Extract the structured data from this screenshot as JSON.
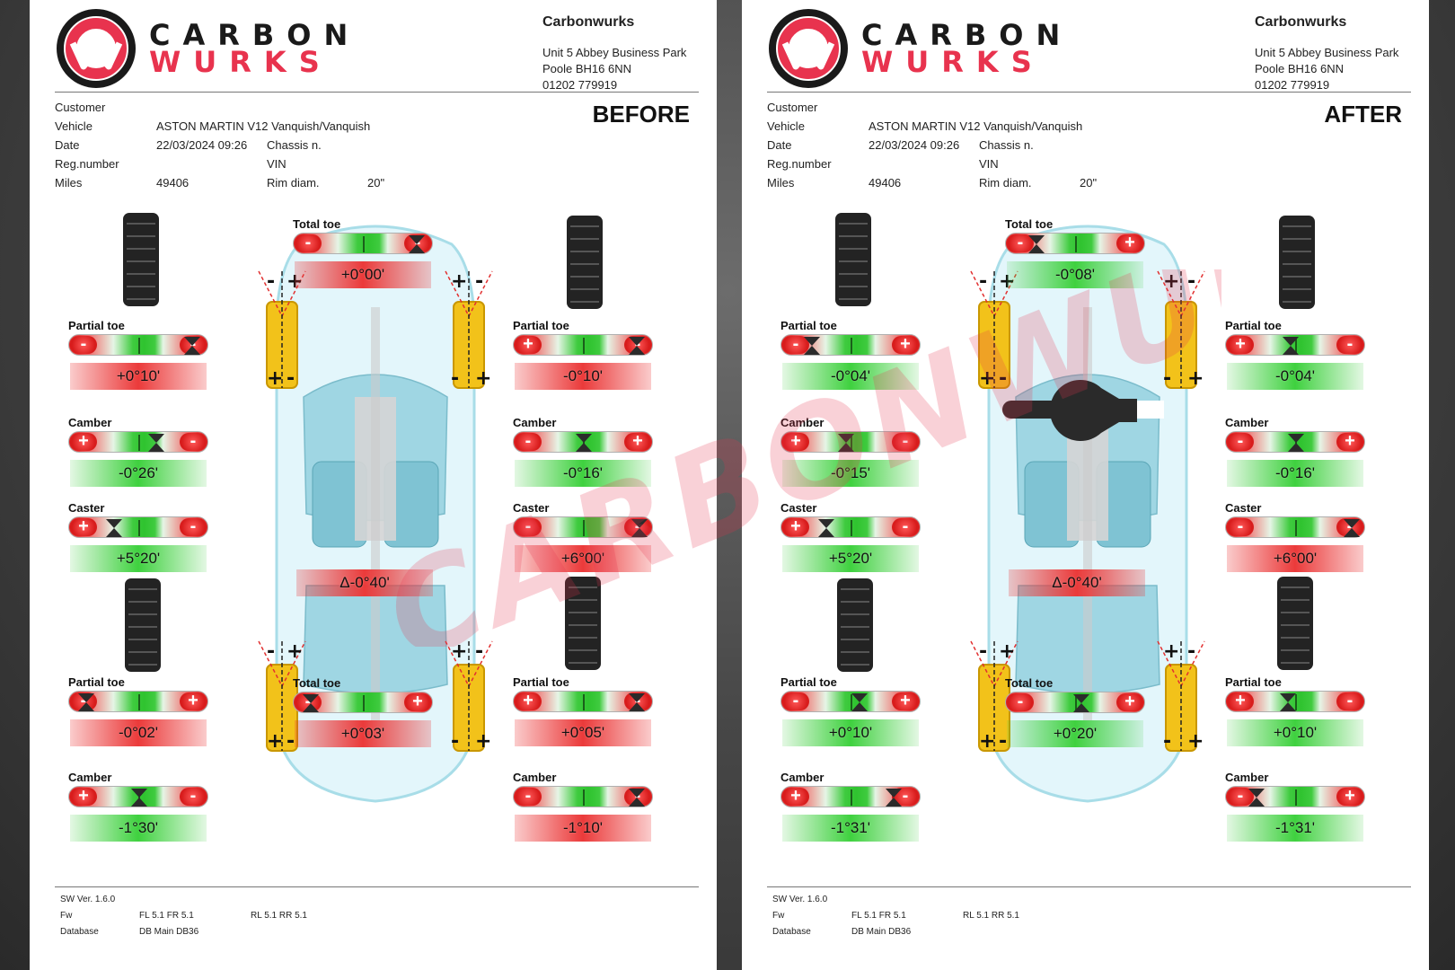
{
  "company": {
    "logo_line1": "CARBON",
    "logo_line2": "WURKS",
    "name": "Carbonwurks",
    "address1": "Unit 5 Abbey Business Park",
    "address2": "Poole BH16 6NN",
    "phone": "01202 779919"
  },
  "labels": {
    "customer": "Customer",
    "vehicle": "Vehicle",
    "date": "Date",
    "chassis": "Chassis n.",
    "reg": "Reg.number",
    "vin": "VIN",
    "miles": "Miles",
    "rim": "Rim diam.",
    "partial_toe": "Partial toe",
    "camber": "Camber",
    "caster": "Caster",
    "total_toe": "Total toe",
    "sw_ver": "SW Ver. 1.6.0",
    "fw": "Fw",
    "database": "Database"
  },
  "vehicle_info": {
    "vehicle": "ASTON MARTIN V12 Vanquish/Vanquish",
    "date": "22/03/2024 09:26",
    "miles": "49406",
    "rim": "20\""
  },
  "footer": {
    "fw_front": "FL 5.1 FR 5.1",
    "fw_rear": "RL 5.1 RR 5.1",
    "db": "DB Main DB36"
  },
  "sheets": [
    {
      "stage": "BEFORE",
      "front_total_toe": {
        "value": "+0°00'",
        "status": "bad",
        "left_sym": "-",
        "right_sym": "-",
        "marker": 0.88
      },
      "front_left": {
        "toe": {
          "value": "+0°10'",
          "status": "bad",
          "left_sym": "-",
          "right_sym": "-",
          "marker": 0.88
        },
        "camber": {
          "value": "-0°26'",
          "status": "good",
          "left_sym": "+",
          "right_sym": "-",
          "marker": 0.62
        },
        "caster": {
          "value": "+5°20'",
          "status": "good",
          "left_sym": "+",
          "right_sym": "-",
          "marker": 0.32
        }
      },
      "front_right": {
        "toe": {
          "value": "-0°10'",
          "status": "bad",
          "left_sym": "+",
          "right_sym": "-",
          "marker": 0.88
        },
        "camber": {
          "value": "-0°16'",
          "status": "good",
          "left_sym": "-",
          "right_sym": "+",
          "marker": 0.5
        },
        "caster": {
          "value": "+6°00'",
          "status": "bad",
          "left_sym": "-",
          "right_sym": "-",
          "marker": 0.9
        }
      },
      "cross_diff": "Δ-0°40'",
      "rear_total_toe": {
        "value": "+0°03'",
        "status": "bad",
        "left_sym": "-",
        "right_sym": "+",
        "marker": 0.12
      },
      "rear_left": {
        "toe": {
          "value": "-0°02'",
          "status": "bad",
          "left_sym": "-",
          "right_sym": "+",
          "marker": 0.12
        },
        "camber": {
          "value": "-1°30'",
          "status": "good",
          "left_sym": "+",
          "right_sym": "-",
          "marker": 0.5
        }
      },
      "rear_right": {
        "toe": {
          "value": "+0°05'",
          "status": "bad",
          "left_sym": "+",
          "right_sym": "-",
          "marker": 0.88
        },
        "camber": {
          "value": "-1°10'",
          "status": "bad",
          "left_sym": "-",
          "right_sym": "-",
          "marker": 0.88
        }
      }
    },
    {
      "stage": "AFTER",
      "front_total_toe": {
        "value": "-0°08'",
        "status": "good",
        "left_sym": "-",
        "right_sym": "+",
        "marker": 0.22
      },
      "front_left": {
        "toe": {
          "value": "-0°04'",
          "status": "good",
          "left_sym": "-",
          "right_sym": "+",
          "marker": 0.22
        },
        "camber": {
          "value": "-0°15'",
          "status": "good",
          "left_sym": "+",
          "right_sym": "-",
          "marker": 0.46
        },
        "caster": {
          "value": "+5°20'",
          "status": "good",
          "left_sym": "+",
          "right_sym": "-",
          "marker": 0.32
        }
      },
      "front_right": {
        "toe": {
          "value": "-0°04'",
          "status": "good",
          "left_sym": "+",
          "right_sym": "-",
          "marker": 0.46
        },
        "camber": {
          "value": "-0°16'",
          "status": "good",
          "left_sym": "-",
          "right_sym": "+",
          "marker": 0.5
        },
        "caster": {
          "value": "+6°00'",
          "status": "bad",
          "left_sym": "-",
          "right_sym": "-",
          "marker": 0.9
        }
      },
      "cross_diff": "Δ-0°40'",
      "rear_total_toe": {
        "value": "+0°20'",
        "status": "good",
        "left_sym": "-",
        "right_sym": "+",
        "marker": 0.54
      },
      "rear_left": {
        "toe": {
          "value": "+0°10'",
          "status": "good",
          "left_sym": "-",
          "right_sym": "+",
          "marker": 0.56
        },
        "camber": {
          "value": "-1°31'",
          "status": "good",
          "left_sym": "+",
          "right_sym": "-",
          "marker": 0.8
        }
      },
      "rear_right": {
        "toe": {
          "value": "+0°10'",
          "status": "good",
          "left_sym": "+",
          "right_sym": "-",
          "marker": 0.44
        },
        "camber": {
          "value": "-1°31'",
          "status": "good",
          "left_sym": "-",
          "right_sym": "+",
          "marker": 0.22
        }
      }
    }
  ]
}
